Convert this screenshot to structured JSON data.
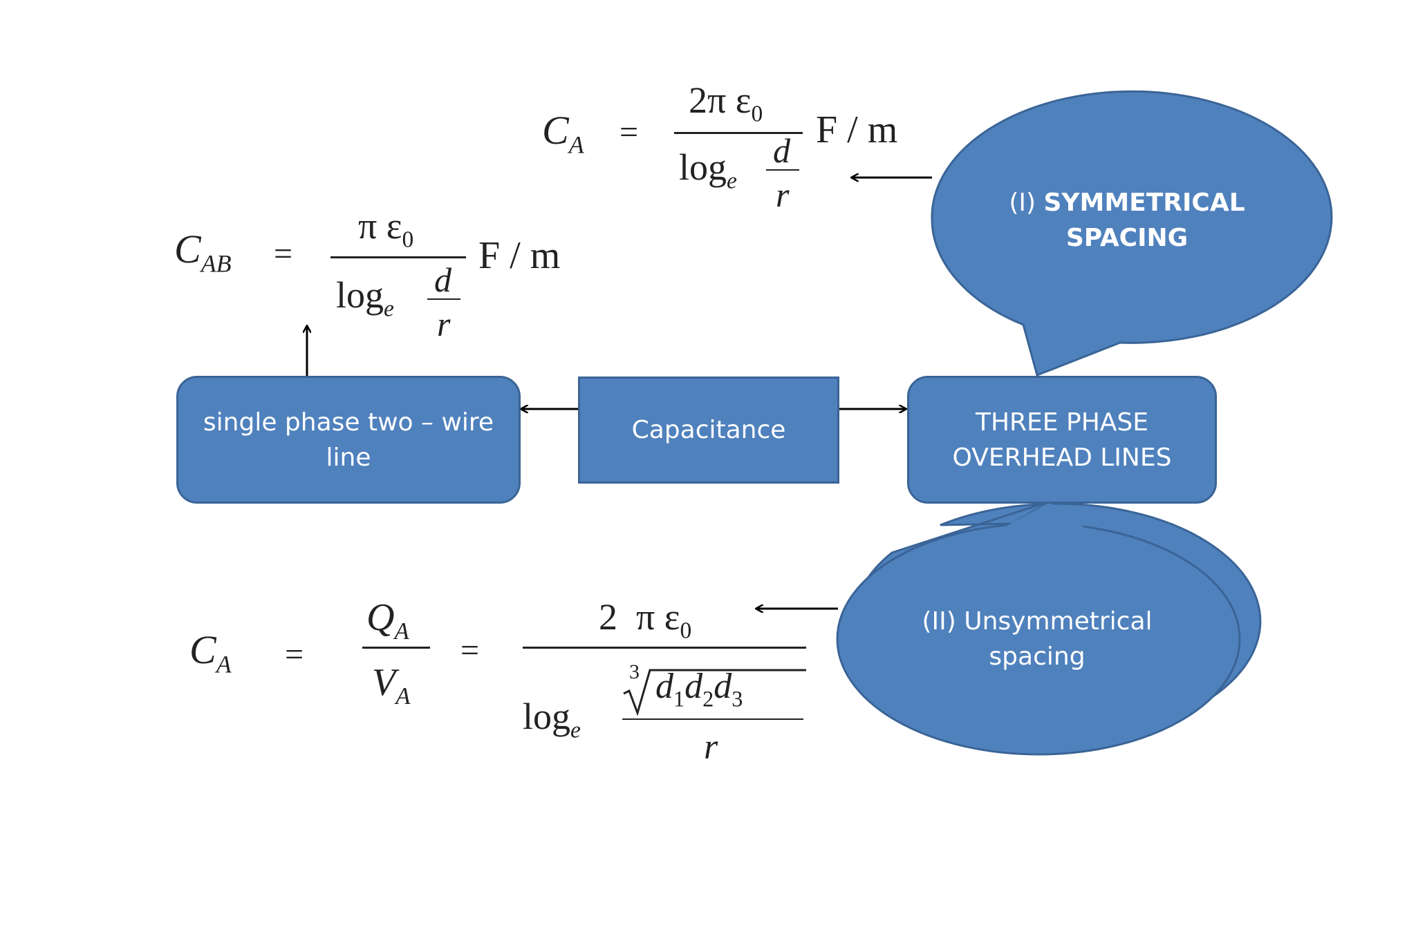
{
  "nodes": {
    "capacitance": "Capacitance",
    "single_phase_line1": "single phase two – wire",
    "single_phase_line2": "line",
    "three_phase_line1": "THREE PHASE",
    "three_phase_line2": "OVERHEAD LINES"
  },
  "callouts": {
    "symmetrical_prefix": "(I) ",
    "symmetrical_bold1": "SYMMETRICAL",
    "symmetrical_bold2": "SPACING",
    "unsymmetrical_line1": "(II) Unsymmetrical",
    "unsymmetrical_line2": "spacing"
  },
  "formulas": {
    "symmetrical": {
      "lhs_symbol": "C",
      "lhs_sub": "A",
      "equals": "=",
      "num_coeff": "2π",
      "epsilon": "ε",
      "eps_sub": "0",
      "log": "log",
      "log_base": "e",
      "d": "d",
      "r": "r",
      "unit": "F / m"
    },
    "single_phase": {
      "lhs_symbol": "C",
      "lhs_sub": "AB",
      "equals": "=",
      "num_coeff": "π",
      "epsilon": "ε",
      "eps_sub": "0",
      "log": "log",
      "log_base": "e",
      "d": "d",
      "r": "r",
      "unit": "F / m"
    },
    "unsymmetrical": {
      "lhs_symbol": "C",
      "lhs_sub": "A",
      "equals1": "=",
      "q": "Q",
      "q_sub": "A",
      "v": "V",
      "v_sub": "A",
      "equals2": "=",
      "num_coeff": "2  π",
      "epsilon": "ε",
      "eps_sub": "0",
      "log": "log",
      "log_base": "e",
      "root_index": "3",
      "d": "d",
      "d1_sub": "1",
      "d2_sub": "2",
      "d3_sub": "3",
      "r": "r"
    }
  },
  "colors": {
    "shape_fill": "#4f81bd",
    "shape_border": "#3a6496",
    "text_on_shape": "#ffffff",
    "formula_text": "#222222",
    "arrow": "#000000"
  }
}
